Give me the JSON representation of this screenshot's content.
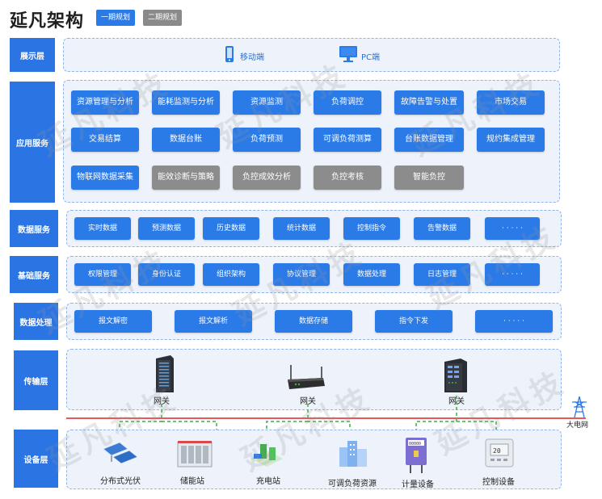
{
  "title": "延凡架构",
  "legend": {
    "phase1": "一期规划",
    "phase2": "二期规划"
  },
  "watermark": "延凡科技",
  "layers": {
    "presentation": {
      "label": "展示层",
      "items": [
        {
          "label": "移动端",
          "icon": "mobile-phone-icon"
        },
        {
          "label": "PC端",
          "icon": "desktop-monitor-icon"
        }
      ]
    },
    "application": {
      "label": "应用服务",
      "rows": [
        [
          "资源管理与分析",
          "能耗监测与分析",
          "资源监测",
          "负荷调控",
          "故障告警与处置",
          "市场交易"
        ],
        [
          "交易结算",
          "数据台账",
          "负荷预测",
          "可调负荷测算",
          "台账数据管理",
          "规约集成管理"
        ],
        [
          "物联网数据采集",
          "能效诊断与策略",
          "负控成效分析",
          "负控考核",
          "智能负控"
        ]
      ],
      "phase2_items": [
        "能效诊断与策略",
        "负控成效分析",
        "负控考核",
        "智能负控"
      ]
    },
    "data_service": {
      "label": "数据服务",
      "items": [
        "实时数据",
        "预测数据",
        "历史数据",
        "统计数据",
        "控制指令",
        "告警数据",
        "· · · · ·"
      ]
    },
    "base_service": {
      "label": "基础服务",
      "items": [
        "权限管理",
        "身份认证",
        "组织架构",
        "协议管理",
        "数据处理",
        "日志管理",
        "· · · · ·"
      ]
    },
    "data_processing": {
      "label": "数据处理",
      "items": [
        "报文解密",
        "报文解析",
        "数据存储",
        "指令下发",
        "· · · · ·"
      ]
    },
    "transport": {
      "label": "传输层",
      "gateways": [
        "网关",
        "网关",
        "网关"
      ]
    },
    "grid": {
      "label": "大电网"
    },
    "device": {
      "label": "设备层",
      "items": [
        {
          "label": "分布式光伏",
          "icon": "solar-panel-icon"
        },
        {
          "label": "储能站",
          "icon": "energy-storage-icon"
        },
        {
          "label": "充电站",
          "icon": "charging-station-icon"
        },
        {
          "label": "可调负荷资源",
          "icon": "building-load-icon"
        },
        {
          "label": "计量设备",
          "icon": "meter-icon"
        },
        {
          "label": "控制设备",
          "icon": "controller-icon"
        }
      ]
    }
  },
  "colors": {
    "primary": "#2a7ae8",
    "side": "#2b74e4",
    "phase2": "#8c8c8c",
    "bus_red": "#e02020",
    "link_green": "#3cb043"
  }
}
